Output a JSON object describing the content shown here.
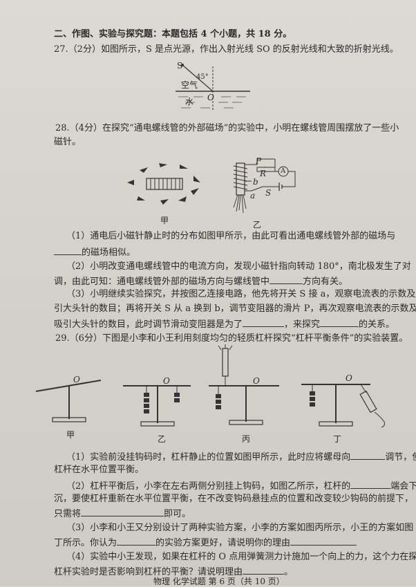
{
  "section": {
    "heading": "二、作图、实验与探究题：本题包括 4 个小题，共 18 分。"
  },
  "q27": {
    "text": "27.（2分）如图所示，S 是点光源，作出入射光线 SO 的反射光线和大致的折射光线。",
    "fig": {
      "s": "S",
      "angle": "45°",
      "air": "空气",
      "water": "水",
      "o": "O"
    }
  },
  "q28": {
    "line1": "28.（4分）在探究“通电螺线管的外部磁场”的实验中，小明在螺线管周围摆放了一些小",
    "line2": "磁针。",
    "fig_jia": "甲",
    "fig_yi": "乙",
    "fig_yi_labels": {
      "p": "P",
      "r": "R",
      "a_meter": "A",
      "b": "b",
      "a": "a",
      "s": "S"
    },
    "p1_a": "（1）通电后小磁针静止时的分布如图甲所示，由此可看出通电螺线管外部的磁场与",
    "p1_b": "的磁场相似。",
    "p2_a": "（2）小明改变通电螺线管中的电流方向，发现小磁针指向转动 180°，南北极发生了对",
    "p2_b1": "调，由此可知：通电螺线管外部的磁场方向与螺线管中",
    "p2_b2": "方向有关。",
    "p3_a": "（3）小明继续实验探究，并按图乙连接电路，他先将开关 S 接 a，观察电流表的示数及吸",
    "p3_b": "引大头针的数目；再将开关 S 从 a 换到 b，调节变阻器的滑片 P，再次观察电流表的示数及",
    "p3_c1": "吸引大头针的数目，此时调节滑动变阻器是为了",
    "p3_c2": "，来探究",
    "p3_c3": "的关系。"
  },
  "q29": {
    "line1": "29.（6分）下图是小李和小王利用刻度均匀的轻质杠杆探究“杠杆平衡条件”的实验装置。",
    "figs": [
      "甲",
      "乙",
      "丙",
      "丁"
    ],
    "o": "O",
    "p1_a1": "（1）实验前没挂钩码时，杠杆静止的位置如图甲所示，此时应将螺母向",
    "p1_a2": "调节，使",
    "p1_b": "杠杆在水平位置平衡。",
    "p2_a1": "（2）杠杆平衡后，小李在左右两侧分别挂上钩码，如图乙所示，杠杆的",
    "p2_a2": "端会下",
    "p2_b": "沉，要使杠杆重新在水平位置平衡，在不改变钩码悬挂点的位置和改变较少钩码的前提下，",
    "p2_c1": "只需将",
    "p2_c2": "即可。",
    "p3_a": "（3）小李和小王又分别设计了两种实验方案，小李的方案如图丙所示，小王的方案如图",
    "p3_b1": "丁所示。你认为",
    "p3_b2": "的实验方案更好，请说明你的理由",
    "p4_a": "（4）实验中小王发现，如果在杠杆的 O 点用弹簧测力计施加一个向上的力，这个力在探究",
    "p4_b1": "杠杆实验时是否影响到杠杆的平衡？请说明理由",
    "p4_b2": "。"
  },
  "footer": {
    "text": "物理   化学试题   第 6 页（共 10 页）"
  },
  "colors": {
    "paper": "#d6d3cc",
    "ink": "#2a2a2a"
  }
}
